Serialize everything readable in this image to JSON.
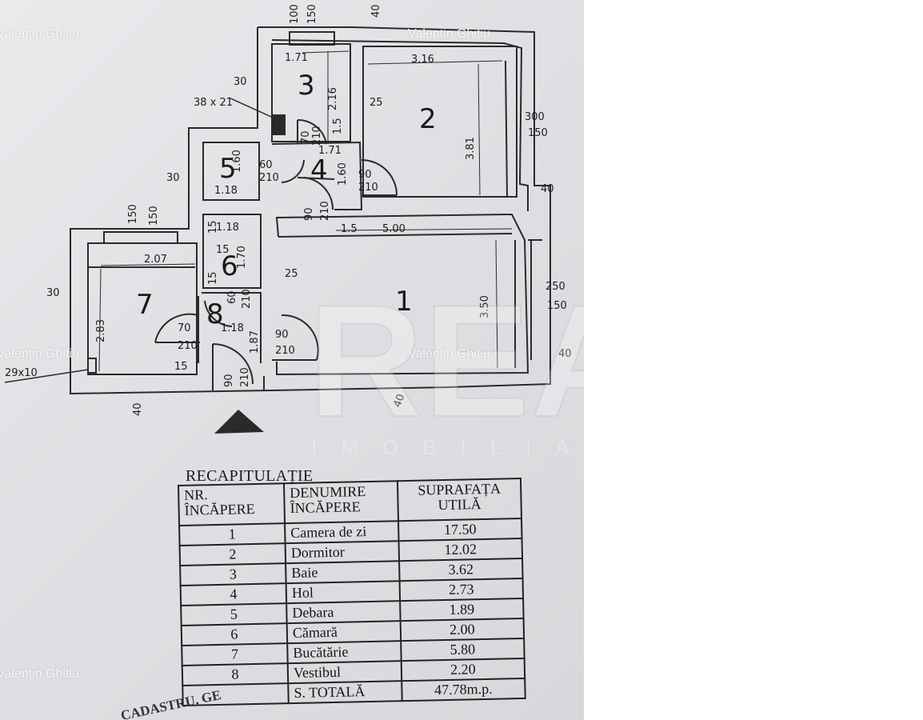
{
  "plan": {
    "dimensions": {
      "d1": "100",
      "d2": "150",
      "d3": "40",
      "d4": "1.71",
      "d5": "3.16",
      "d6": "30",
      "d7": "2.16",
      "d8": "25",
      "d9": "300",
      "d10": "150",
      "d11": "38 x 21",
      "d12": "70",
      "d13": "210",
      "d14": "1.71",
      "d15": "1.5",
      "d16": "3.81",
      "d17": "30",
      "d18": "60",
      "d19": "210",
      "d20": "1.60",
      "d21": "1.60",
      "d22": "90",
      "d23": "210",
      "d24": "40",
      "d25": "1.18",
      "d26": "90",
      "d27": "210",
      "d28": "1.5",
      "d29": "5.00",
      "d30": "150",
      "d31": "150",
      "d32": "1.18",
      "d33": "2.07",
      "d34": "1.70",
      "d35": "25",
      "d36": "30",
      "d37": "250",
      "d38": "150",
      "d39": "2.83",
      "d40": "60",
      "d41": "210",
      "d42": "3.50",
      "d43": "70",
      "d44": "210",
      "d45": "1.18",
      "d46": "1.87",
      "d47": "90",
      "d48": "210",
      "d49": "40",
      "d50": "29x10",
      "d51": "15",
      "d52": "90",
      "d53": "210",
      "d54": "40",
      "d55": "40",
      "d56": "15",
      "d57": "15",
      "d58": "15"
    },
    "rooms": [
      "1",
      "2",
      "3",
      "4",
      "5",
      "6",
      "7",
      "8"
    ]
  },
  "watermark": {
    "text": "Valentin Ghitiu",
    "brand": "REA",
    "brand_sub": "IMOBILIARE"
  },
  "recap": {
    "title": "RECAPITULAȚIE",
    "headers": [
      "NR. ÎNCĂPERE",
      "DENUMIRE ÎNCĂPERE",
      "SUPRAFAȚA UTILĂ"
    ],
    "rows": [
      [
        "1",
        "Camera de zi",
        "17.50"
      ],
      [
        "2",
        "Dormitor",
        "12.02"
      ],
      [
        "3",
        "Baie",
        "3.62"
      ],
      [
        "4",
        "Hol",
        "2.73"
      ],
      [
        "5",
        "Debara",
        "1.89"
      ],
      [
        "6",
        "Cămară",
        "2.00"
      ],
      [
        "7",
        "Bucătărie",
        "5.80"
      ],
      [
        "8",
        "Vestibul",
        "2.20"
      ]
    ],
    "total_label": "S. TOTALĂ",
    "total_value": "47.78m.p."
  },
  "stamp": "CADASTRU, GE"
}
